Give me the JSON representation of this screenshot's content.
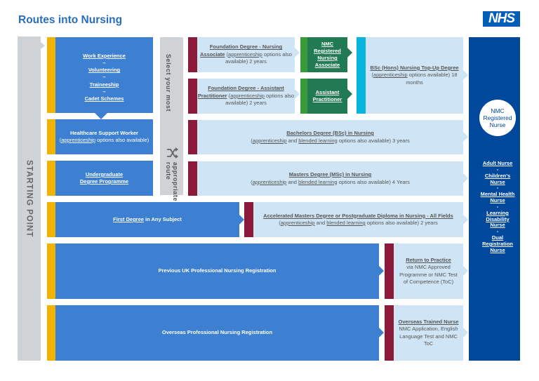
{
  "header": {
    "title": "Routes into Nursing",
    "logo": "NHS"
  },
  "starting_point": "STARTING POINT",
  "select_route": {
    "part1": "Select your most",
    "part2": "appropriate route"
  },
  "start_boxes": {
    "work_experience": "Work Experience",
    "volunteering": "Volunteering",
    "traineeship": "Traineeship",
    "cadet": "Cadet Schemes",
    "dash": "–",
    "hsw_title": "Healthcare Support Worker",
    "hsw_open": "(",
    "hsw_link": "apprenticeship",
    "hsw_rest": " options also available)",
    "undergrad_line1": "Undergraduate",
    "undergrad_line2": "Degree Programme",
    "first_degree_link": "First Degree",
    "first_degree_rest": " in Any Subject",
    "prev_uk": "Previous UK Professional Nursing Registration",
    "overseas": "Overseas Professional Nursing Registration"
  },
  "routes": {
    "fd_nursing_assoc_link": "Foundation Degree - Nursing Associate",
    "fd_nursing_assoc_open": " (",
    "fd_nursing_assoc_appr": "apprenticeship",
    "fd_nursing_assoc_rest": " options also available) 2 years",
    "fd_ap_link": "Foundation Degree - Assistant Practitioner",
    "fd_ap_open": " (",
    "fd_ap_appr": "apprenticeship",
    "fd_ap_rest": " options also available) 2 years",
    "nmc_nursing_associate": "NMC Registered Nursing Associate",
    "assistant_practitioner": "Assistant Practitioner",
    "topup_link": "BSc (Hons) Nursing Top-Up Degree",
    "topup_open": "(",
    "topup_appr": "apprenticeship",
    "topup_rest": " options available) 18 months",
    "bachelors_link": "Bachelors Degree (BSc) in Nursing",
    "bachelors_open": "(",
    "bachelors_appr": "apprenticeship",
    "bachelors_and": " and ",
    "bachelors_blended": "blended learning",
    "bachelors_rest": " options also available) 3 years",
    "masters_link": "Masters Degree (MSc) in Nursing",
    "masters_open": "(",
    "masters_appr": "apprenticeship",
    "masters_and": " and ",
    "masters_blended": "blended learning",
    "masters_rest": " options also available) 4 Years",
    "accel_link": "Accelerated Masters Degree or Postgraduate Diploma in Nursing - All Fields",
    "accel_open": "(",
    "accel_appr": "apprenticeship",
    "accel_and": " and ",
    "accel_blended": "blended learning",
    "accel_rest": " options also available) 2 years",
    "rtp_link": "Return to Practice",
    "rtp_rest": "via NMC Approved Programme or NMC Test of Competence (ToC)",
    "otn_link": "Overseas Trained Nurse",
    "otn_rest": "NMC Application, English Language Test and NMC ToC"
  },
  "outcome": {
    "nmc_registered_nurse": "NMC Registered Nurse",
    "fields": [
      "Adult Nurse",
      "Children's Nurse",
      "Mental Health Nurse",
      "Learning Disability Nurse",
      "Dual Registration Nurse"
    ],
    "dash": "-"
  },
  "colors": {
    "title_blue": "#2a6ebb",
    "nhs_blue": "#005eb8",
    "box_blue": "#3d7fd0",
    "light_blue": "#cfe5f5",
    "maroon": "#8b1a3a",
    "green": "#3a9a3a",
    "dark_green": "#217a52",
    "cyan": "#09b5df",
    "navy": "#00489b",
    "amber": "#f2b300",
    "grey": "#cfd3d6"
  },
  "icons": {
    "shuffle": "shuffle-icon",
    "arrow": "chevron-right-icon"
  }
}
